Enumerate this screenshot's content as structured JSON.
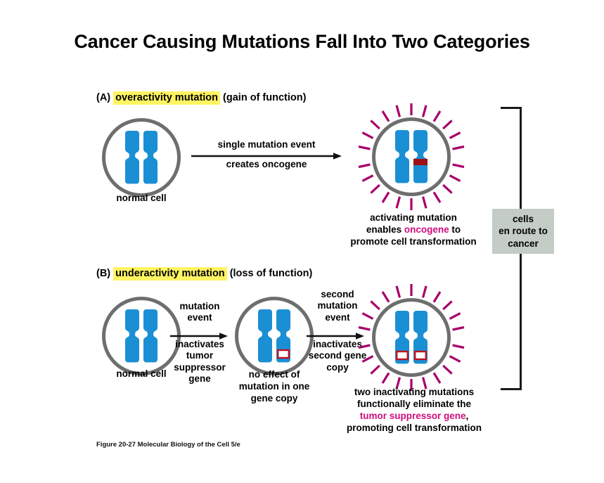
{
  "page": {
    "title": "Cancer Causing Mutations Fall Into Two Categories",
    "credit": "Figure 20-27  Molecular Biology of the Cell 5/e"
  },
  "colors": {
    "chromosome_blue": "#1b8fd4",
    "cell_outline_gray": "#6e6e6e",
    "spike_magenta": "#a8006a",
    "magenta_text": "#cf0d7e",
    "highlight_yellow": "#fff462",
    "mutation_red": "#c1121f",
    "box_gray": "#c3ccc5"
  },
  "panelA": {
    "tag": "(A)",
    "highlighted_term": "overactivity mutation",
    "qualifier": "(gain of function)",
    "left_cell_label": "normal cell",
    "arrow_text_above": "single mutation event",
    "arrow_text_below": "creates oncogene",
    "result_caption_line1": "activating mutation",
    "result_caption_line2_pre": "enables ",
    "result_caption_line2_highlight": "oncogene",
    "result_caption_line2_post": " to",
    "result_caption_line3": "promote cell transformation"
  },
  "panelB": {
    "tag": "(B)",
    "highlighted_term": "underactivity mutation",
    "qualifier": "(loss of function)",
    "left_cell_label": "normal cell",
    "arrow1_above": "mutation\nevent",
    "arrow1_below": "inactivates\ntumor\nsuppressor\ngene",
    "middle_cell_caption": "no effect of\nmutation in one\ngene copy",
    "arrow2_above": "second\nmutation\nevent",
    "arrow2_below": "inactivates\nsecond gene\ncopy",
    "result_caption_line1": "two inactivating mutations",
    "result_caption_line2": "functionally eliminate the",
    "result_caption_line3_highlight": "tumor suppressor gene",
    "result_caption_line3_post": ",",
    "result_caption_line4": "promoting cell transformation"
  },
  "bracket": {
    "box_line1": "cells",
    "box_line2": "en route to",
    "box_line3": "cancer"
  }
}
